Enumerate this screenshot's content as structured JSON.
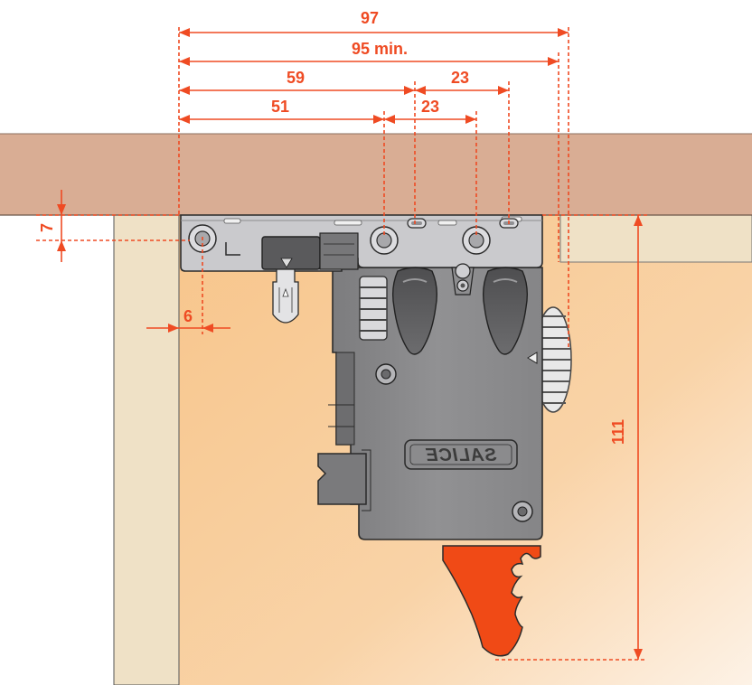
{
  "dimensions": {
    "overall": "97",
    "min_clearance": "95 min.",
    "first_hole": "59",
    "second_hole_offset": "23",
    "screw_position": "51",
    "screw_spacing": "23",
    "edge_offset": "6",
    "top_offset": "7",
    "height": "111"
  },
  "brand": "SALICE",
  "colors": {
    "dimension_lines": "#ef4b23",
    "panel_top": "#d9ad94",
    "cabinet_side": "#efe1c6",
    "drawer": "#f6c58a",
    "device_body": "#8a8a8c",
    "mounting_plate": "#c9c9cc",
    "release_lever": "#f04a16"
  }
}
